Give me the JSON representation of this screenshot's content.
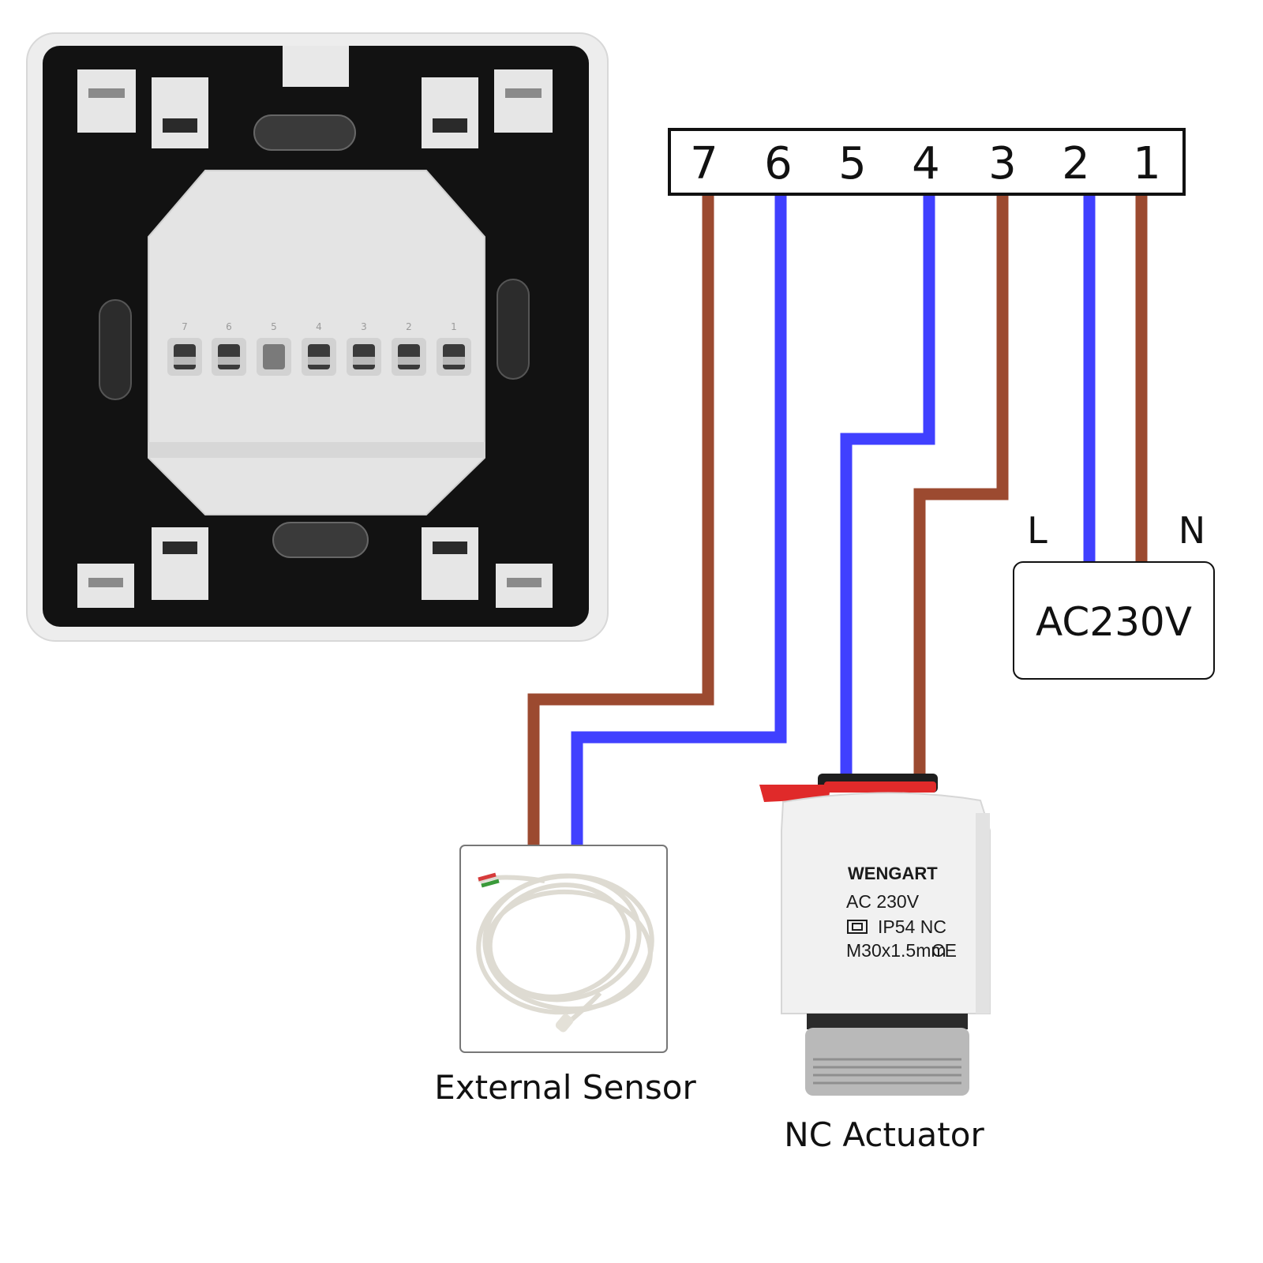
{
  "terminal_block": {
    "terminals": [
      "7",
      "6",
      "5",
      "4",
      "3",
      "2",
      "1"
    ]
  },
  "supply": {
    "live_label": "L",
    "neutral_label": "N",
    "voltage_label": "AC230V"
  },
  "sensor": {
    "caption": "External Sensor"
  },
  "actuator": {
    "caption": "NC Actuator",
    "brand": "WENGART",
    "voltage": "AC 230V",
    "rating": "IP54 NC",
    "thread": "M30x1.5mm",
    "ce_mark": "CE"
  },
  "thermostat_back": {
    "terminal_numbers": [
      "7",
      "6",
      "5",
      "4",
      "3",
      "2",
      "1"
    ]
  },
  "colors": {
    "brown_wire": "#9c4a30",
    "blue_wire": "#4040ff",
    "panel_black": "#111111",
    "panel_frame": "#eeeeee",
    "terminal_housing": "#e4e4e4",
    "actuator_red": "#e02a2a"
  }
}
